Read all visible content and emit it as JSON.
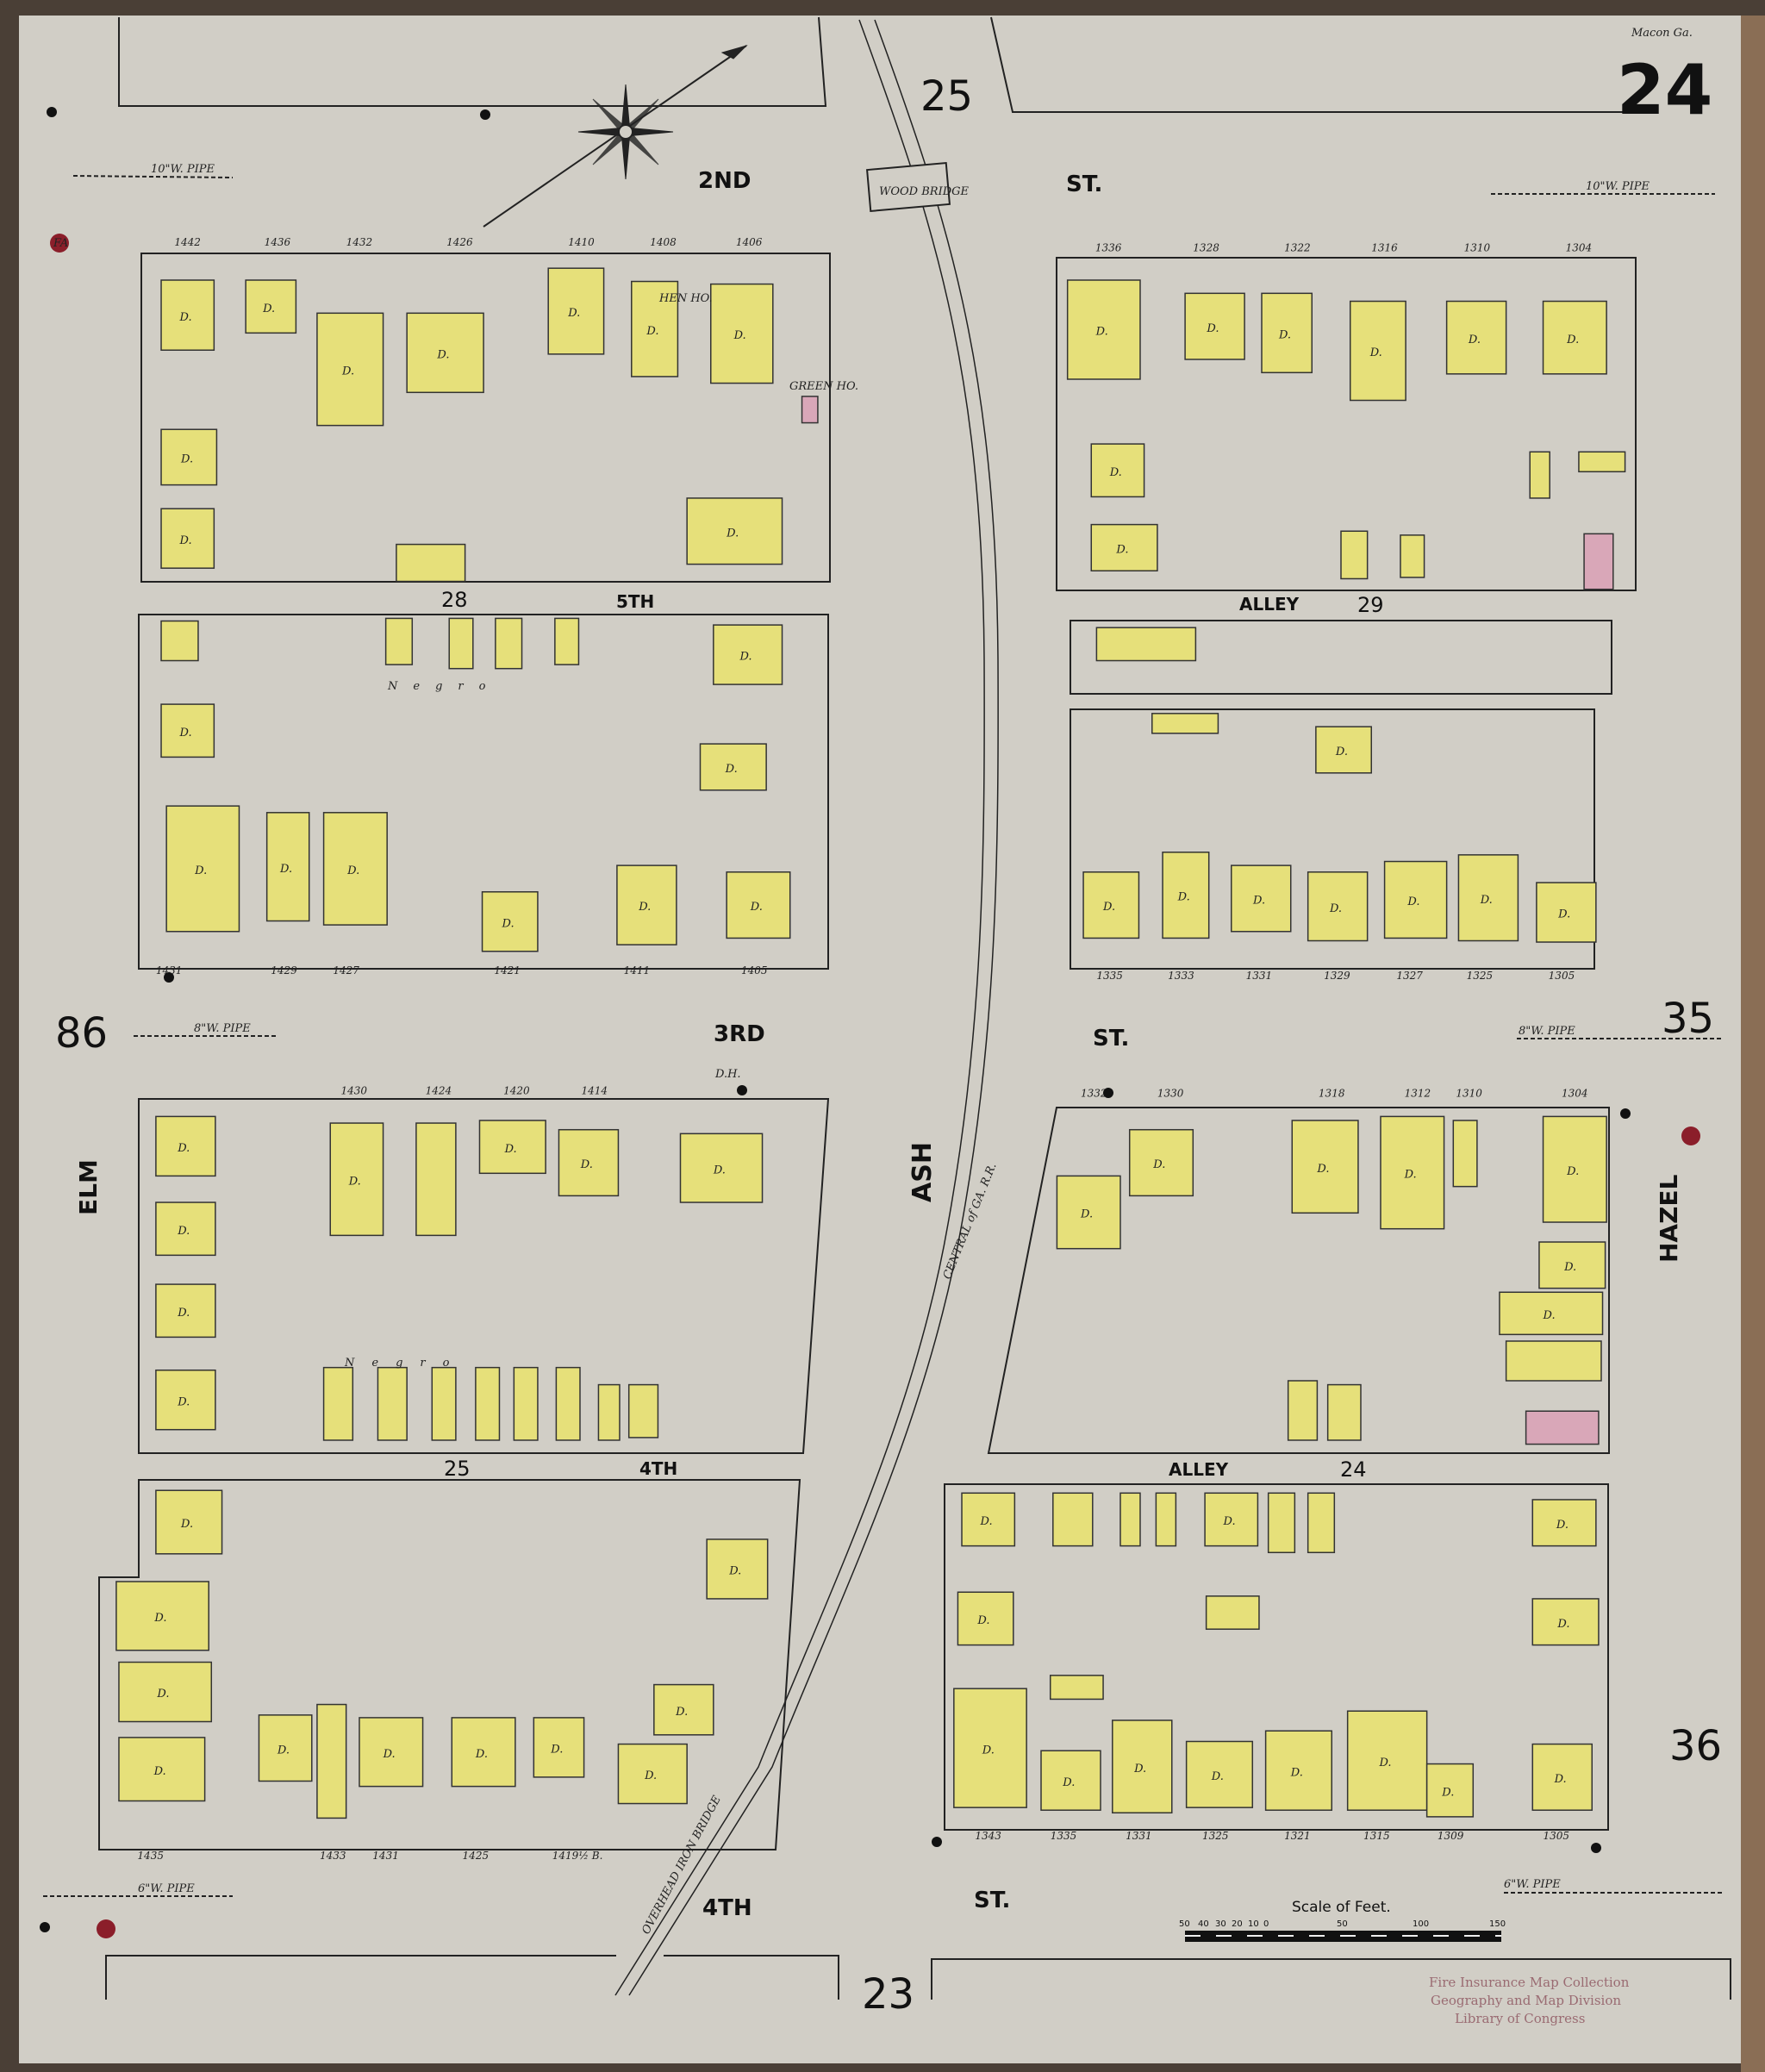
{
  "sheet": {
    "sheet_number": "24",
    "place_note": "Macon Ga.",
    "adjoining_sheets": [
      "25",
      "35",
      "36",
      "23",
      "86"
    ],
    "colors": {
      "paper": "#d3d0c8",
      "dwelling": "#e6e07a",
      "brick": "#d9a7b8",
      "ink": "#1a1a1a",
      "border": "#4a3f36"
    }
  },
  "streets": {
    "second": "2ND",
    "second_st": "ST.",
    "fifth": "5TH",
    "third": "3RD",
    "third_st": "ST.",
    "fourth_upper": "4TH",
    "fourth_lower": "4TH",
    "fourth_st": "ST.",
    "alley_upper": "ALLEY",
    "alley_lower": "ALLEY",
    "elm": "ELM",
    "ash": "ASH",
    "hazel": "HAZEL"
  },
  "blocks": {
    "b28": "28",
    "b29": "29",
    "b25": "25",
    "b24": "24"
  },
  "railroad": {
    "label": "CENTRAL of GA. R.R.",
    "wood_bridge": "WOOD BRIDGE",
    "overhead_bridge": "OVERHEAD IRON BRIDGE"
  },
  "pipes": {
    "top_left": "10\"W. PIPE",
    "top_right": "10\"W. PIPE",
    "mid_left": "8\"W. PIPE",
    "mid_right": "8\"W. PIPE",
    "bottom_left": "6\"W. PIPE",
    "bottom_right": "6\"W. PIPE"
  },
  "addresses": {
    "top_left": [
      "1442",
      "1436",
      "1432",
      "1426",
      "1410",
      "1408",
      "1406"
    ],
    "top_right": [
      "1336",
      "1328",
      "1322",
      "1316",
      "1310",
      "1304"
    ],
    "mid_left": [
      "1431",
      "1429",
      "1427",
      "1421",
      "1411",
      "1405"
    ],
    "mid_right": [
      "1335",
      "1333",
      "1331",
      "1329",
      "1327",
      "1325",
      "1305"
    ],
    "third_left": [
      "1430",
      "1424",
      "1420",
      "1414"
    ],
    "third_right": [
      "1332",
      "1330",
      "1318",
      "1312",
      "1310",
      "1304"
    ],
    "bottom_left": [
      "1435",
      "1433",
      "1431",
      "1425",
      "1419½ B."
    ],
    "bottom_right": [
      "1343",
      "1335",
      "1331",
      "1325",
      "1321",
      "1315",
      "1309",
      "1305"
    ]
  },
  "labels": {
    "dwelling": "D.",
    "negro": "Negro",
    "hen_house": "HEN HO.",
    "green_house": "GREEN HO.",
    "dh": "D.H.",
    "fire_alarm": "FA"
  },
  "scale": {
    "title": "Scale of Feet.",
    "ticks": [
      "50",
      "40",
      "30",
      "20",
      "10",
      "0",
      "50",
      "100",
      "150"
    ]
  },
  "stamp": {
    "line1": "Fire Insurance Map Collection",
    "line2": "Geography and Map Division",
    "line3": "Library of Congress"
  }
}
